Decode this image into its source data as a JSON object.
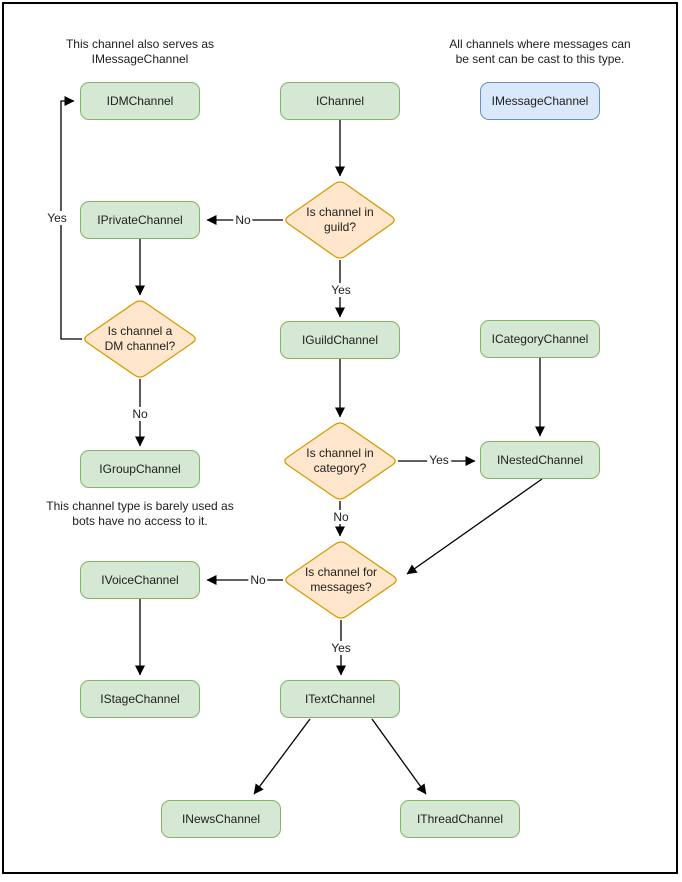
{
  "notes": {
    "dm_serves": "This channel also serves as\nIMessageChannel",
    "message_cast": "All channels where messages can\nbe sent can be cast to this type.",
    "group_access": "This channel type is barely used as\nbots have no access to it."
  },
  "nodes": {
    "idm": {
      "label": "IDMChannel"
    },
    "ichannel": {
      "label": "IChannel"
    },
    "imessage": {
      "label": "IMessageChannel"
    },
    "iprivate": {
      "label": "IPrivateChannel"
    },
    "iguild": {
      "label": "IGuildChannel"
    },
    "icategory": {
      "label": "ICategoryChannel"
    },
    "igroup": {
      "label": "IGroupChannel"
    },
    "inested": {
      "label": "INestedChannel"
    },
    "ivoice": {
      "label": "IVoiceChannel"
    },
    "istage": {
      "label": "IStageChannel"
    },
    "itext": {
      "label": "ITextChannel"
    },
    "inews": {
      "label": "INewsChannel"
    },
    "ithread": {
      "label": "IThreadChannel"
    }
  },
  "decisions": {
    "in_guild": {
      "label": "Is channel in\nguild?"
    },
    "is_dm": {
      "label": "Is channel a\nDM channel?"
    },
    "in_category": {
      "label": "Is channel in\ncategory?"
    },
    "for_messages": {
      "label": "Is channel for\nmessages?"
    }
  },
  "edge_labels": {
    "guild_no": "No",
    "guild_yes": "Yes",
    "dm_yes": "Yes",
    "dm_no": "No",
    "category_yes": "Yes",
    "category_no": "No",
    "messages_no": "No",
    "messages_yes": "Yes"
  },
  "colors": {
    "node_fill": "#d5e8d4",
    "node_border": "#82b366",
    "highlight_fill": "#dae8fc",
    "highlight_border": "#6c8ebf",
    "decision_fill": "#ffe6cc",
    "decision_border": "#d79b00",
    "edge_color": "#000000",
    "text_color": "#202020",
    "frame_color": "#000000"
  }
}
